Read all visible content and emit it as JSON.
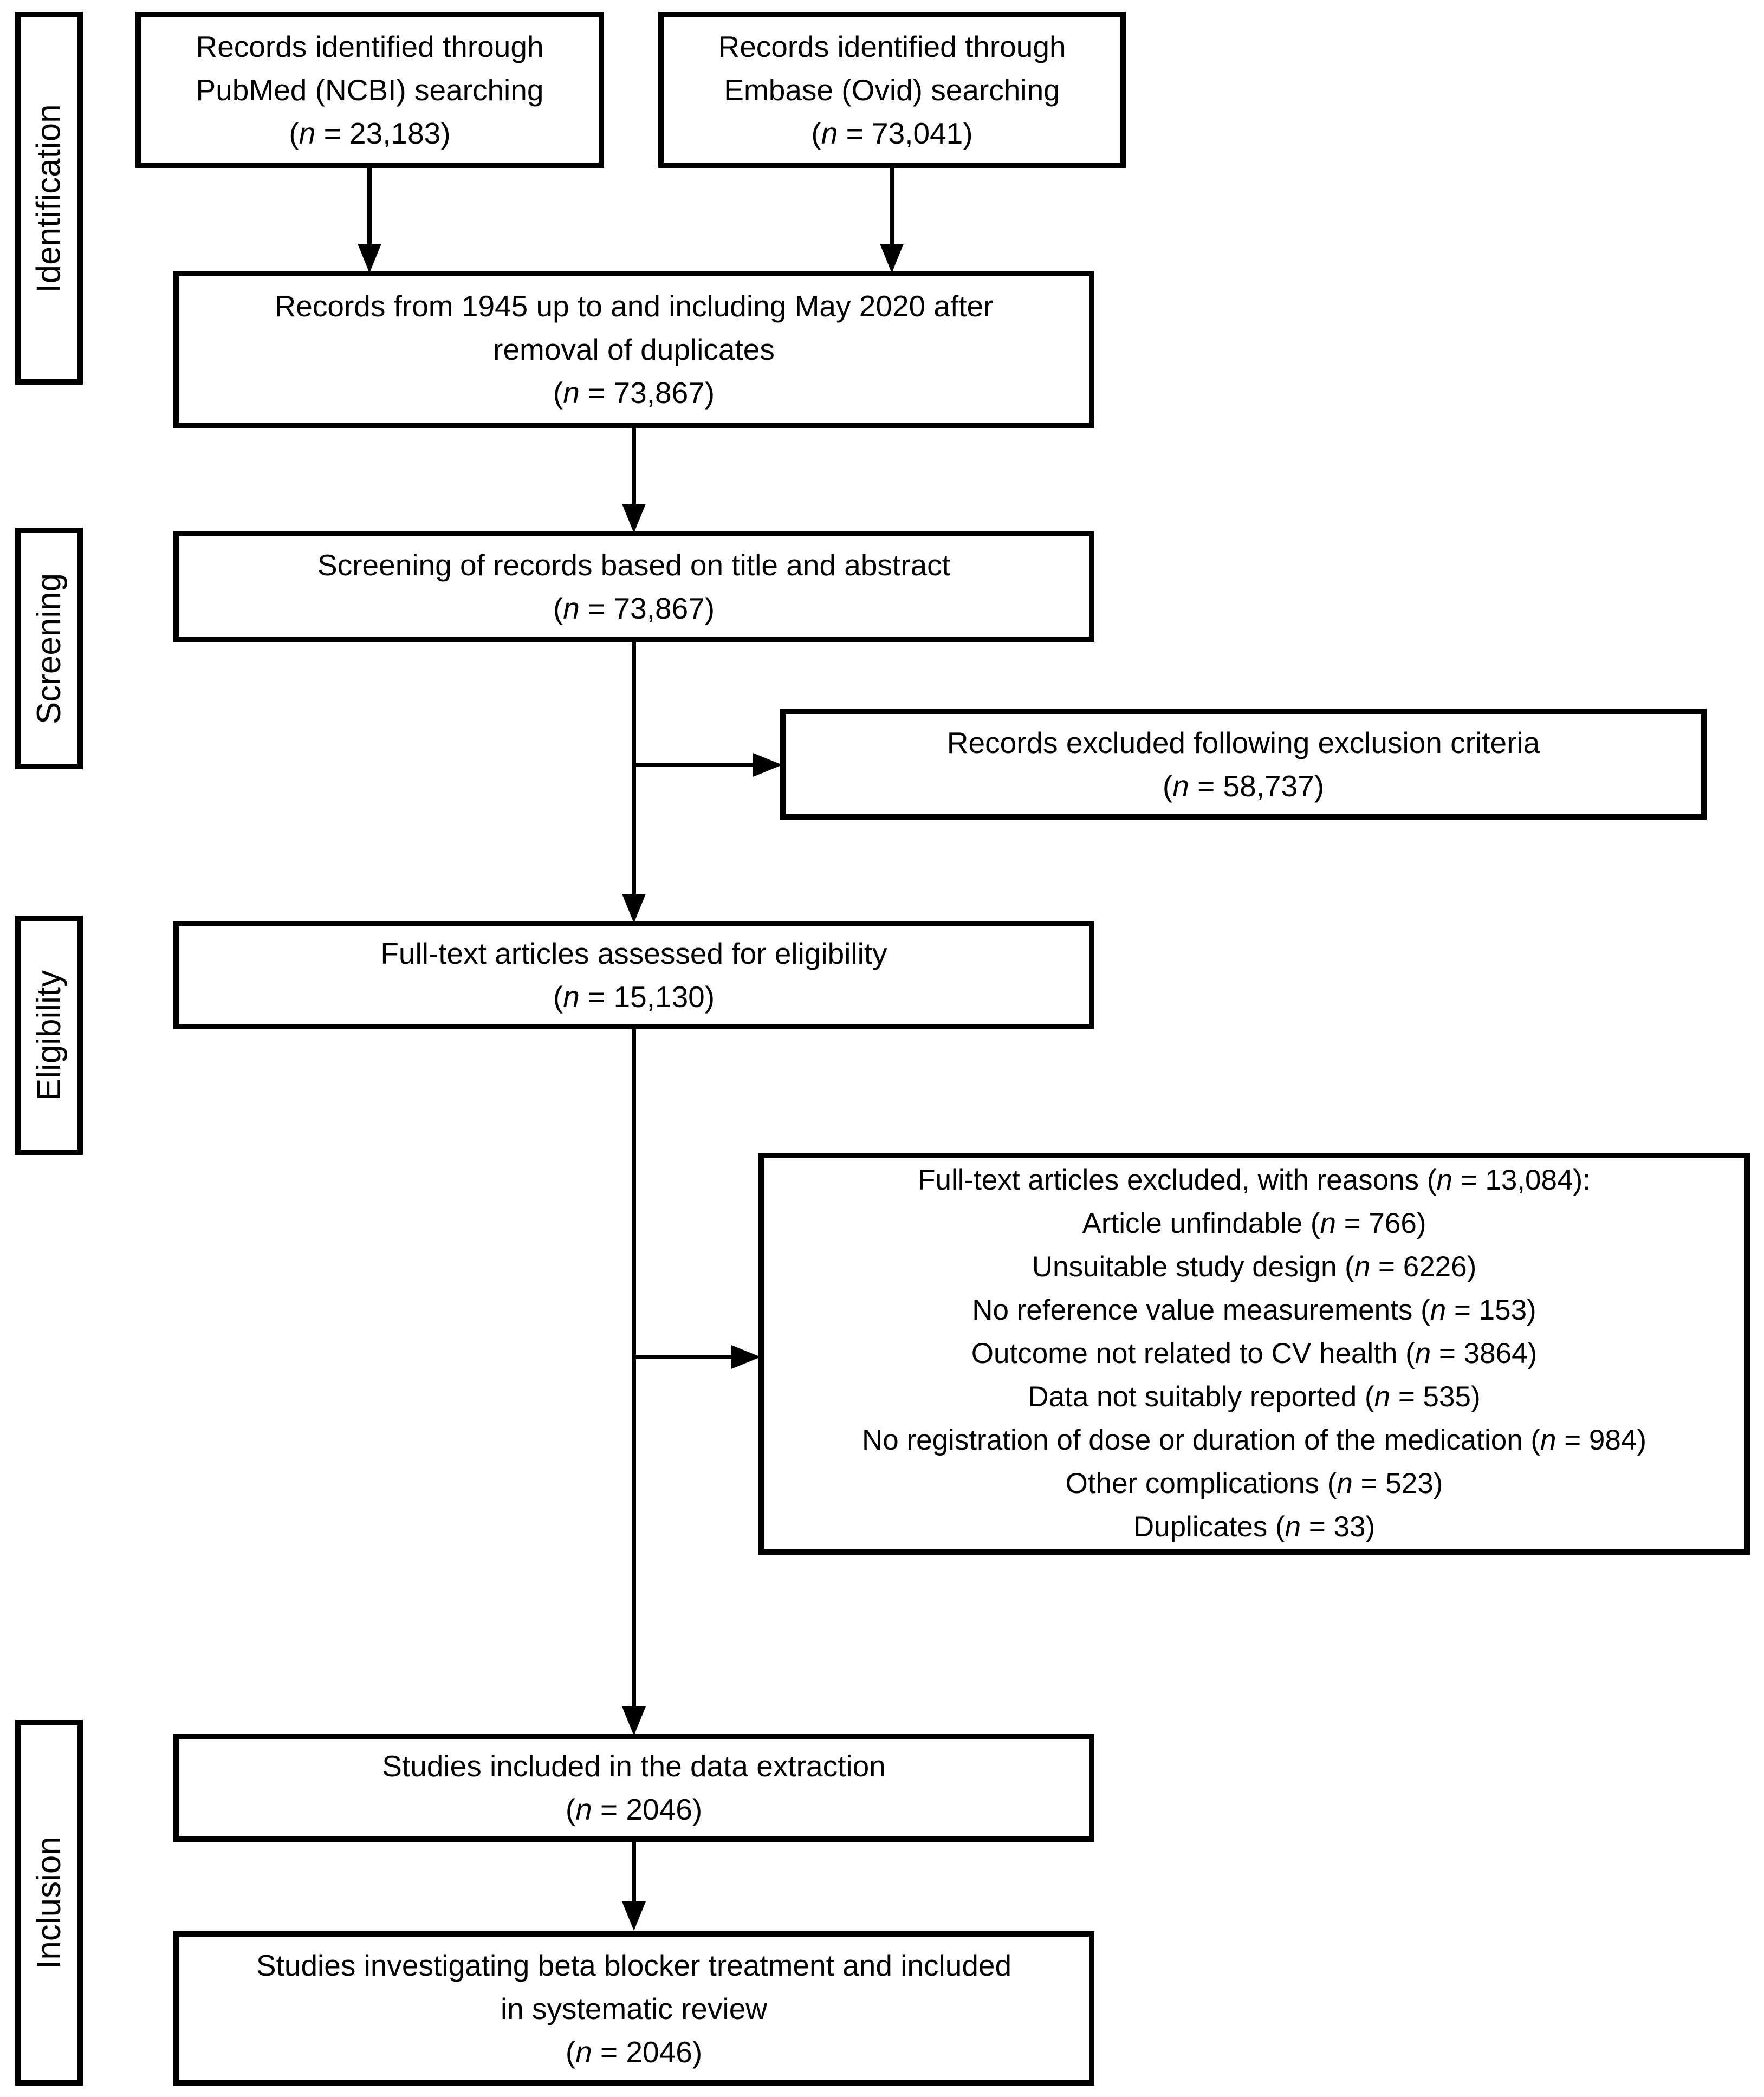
{
  "colors": {
    "ink": "#000000",
    "background": "#ffffff"
  },
  "stages": [
    {
      "label": "Identification"
    },
    {
      "label": "Screening"
    },
    {
      "label": "Eligibility"
    },
    {
      "label": "Inclusion"
    }
  ],
  "boxes": {
    "pubmed": {
      "text": "Records identified through\nPubMed (NCBI) searching\n(n = 23,183)"
    },
    "embase": {
      "text": "Records identified through\nEmbase (Ovid) searching\n(n = 73,041)"
    },
    "deduplicated": {
      "text": "Records from 1945 up to and including May 2020 after\nremoval of duplicates\n(n = 73,867)"
    },
    "title_abstract_screening": {
      "text": "Screening of records based on title and abstract\n(n = 73,867)"
    },
    "records_excluded": {
      "text": "Records excluded following exclusion criteria\n(n = 58,737)"
    },
    "fulltext_assessed": {
      "text": "Full-text articles assessed for eligibility\n(n = 15,130)"
    },
    "fulltext_excluded": {
      "text": "Full-text articles excluded, with reasons (n = 13,084):\nArticle unfindable (n = 766)\nUnsuitable study design (n = 6226)\nNo reference value measurements (n = 153)\nOutcome not related to CV health (n = 3864)\nData not suitably reported (n = 535)\nNo registration of dose or duration of the medication (n = 984)\nOther complications (n = 523)\nDuplicates (n = 33)"
    },
    "data_extraction": {
      "text": "Studies included in the data extraction\n(n = 2046)"
    },
    "systematic_review": {
      "text": "Studies investigating beta blocker treatment and included\nin systematic review\n(n = 2046)"
    }
  }
}
